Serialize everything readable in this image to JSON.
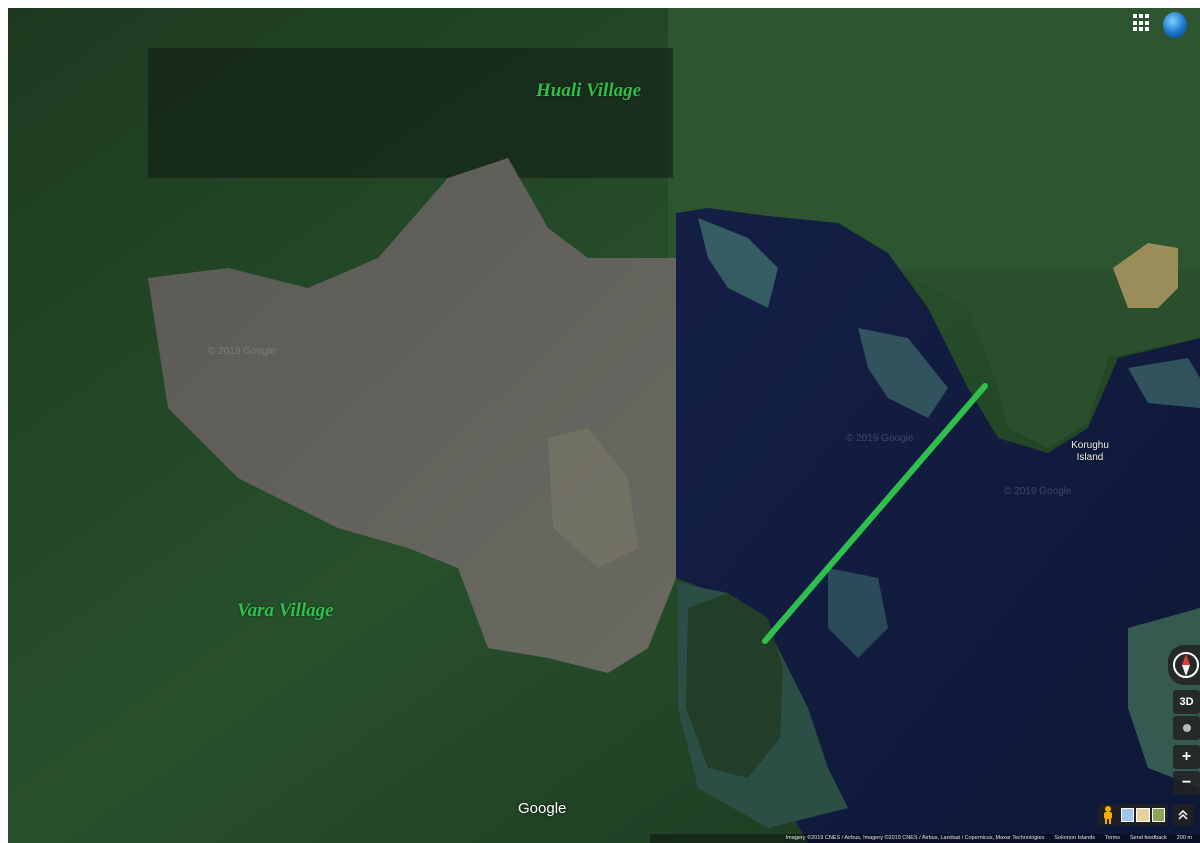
{
  "map": {
    "type": "satellite",
    "villages": [
      {
        "name": "Huali Village"
      },
      {
        "name": "Vara Village"
      }
    ],
    "place_labels": [
      {
        "name": "Korughu\nIsland"
      }
    ],
    "watermarks": [
      "© 2019 Google",
      "© 2019 Google",
      "© 2019 Google"
    ],
    "route_color": "#2fbf4c"
  },
  "controls": {
    "apps_icon": "apps-grid-icon",
    "globe_icon": "globe-icon",
    "compass_icon": "compass-icon",
    "tilt_label": "3D",
    "zoom_in_label": "+",
    "zoom_out_label": "−",
    "pegman_icon": "pegman-icon",
    "expand_icon": "chevron-up-icon"
  },
  "footer": {
    "google_logo": "Google",
    "imagery": "Imagery ©2019 CNES / Airbus, Imagery ©2019 CNES / Airbus, Landsat / Copernicus, Maxar Technologies",
    "region": "Solomon Islands",
    "terms": "Terms",
    "feedback": "Send feedback",
    "scale": "200 m"
  }
}
